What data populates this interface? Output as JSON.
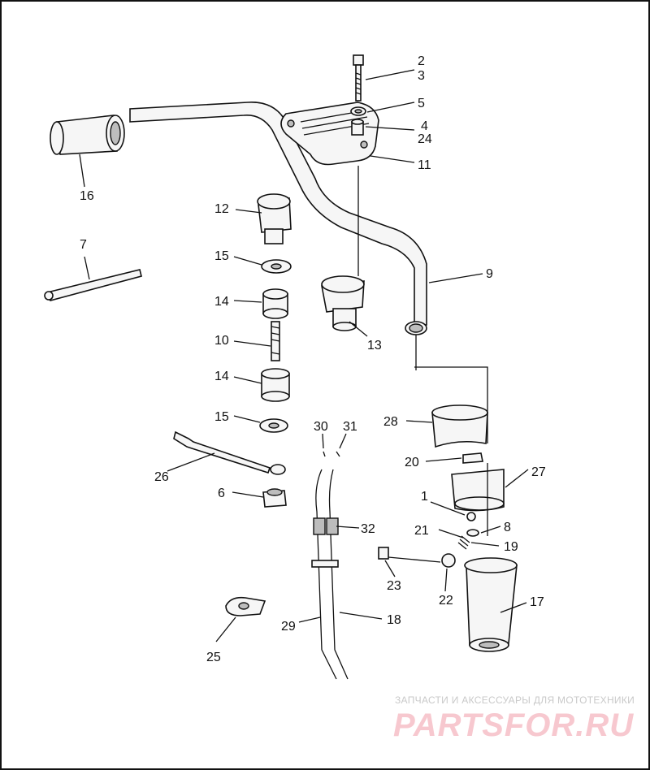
{
  "diagram": {
    "callouts": [
      {
        "id": "c2",
        "label": "2"
      },
      {
        "id": "c3",
        "label": "3"
      },
      {
        "id": "c5",
        "label": "5"
      },
      {
        "id": "c4",
        "label": "4"
      },
      {
        "id": "c24",
        "label": "24"
      },
      {
        "id": "c11",
        "label": "11"
      },
      {
        "id": "c16",
        "label": "16"
      },
      {
        "id": "c12",
        "label": "12"
      },
      {
        "id": "c7",
        "label": "7"
      },
      {
        "id": "c15a",
        "label": "15"
      },
      {
        "id": "c9",
        "label": "9"
      },
      {
        "id": "c14a",
        "label": "14"
      },
      {
        "id": "c13",
        "label": "13"
      },
      {
        "id": "c10",
        "label": "10"
      },
      {
        "id": "c14b",
        "label": "14"
      },
      {
        "id": "c15b",
        "label": "15"
      },
      {
        "id": "c28",
        "label": "28"
      },
      {
        "id": "c30",
        "label": "30"
      },
      {
        "id": "c31",
        "label": "31"
      },
      {
        "id": "c20",
        "label": "20"
      },
      {
        "id": "c27",
        "label": "27"
      },
      {
        "id": "c26",
        "label": "26"
      },
      {
        "id": "c1",
        "label": "1"
      },
      {
        "id": "c6",
        "label": "6"
      },
      {
        "id": "c8",
        "label": "8"
      },
      {
        "id": "c32",
        "label": "32"
      },
      {
        "id": "c21",
        "label": "21"
      },
      {
        "id": "c19",
        "label": "19"
      },
      {
        "id": "c23",
        "label": "23"
      },
      {
        "id": "c22",
        "label": "22"
      },
      {
        "id": "c17",
        "label": "17"
      },
      {
        "id": "c29",
        "label": "29"
      },
      {
        "id": "c18",
        "label": "18"
      },
      {
        "id": "c25",
        "label": "25"
      }
    ]
  },
  "watermark": {
    "tagline": "ЗАПЧАСТИ И АКСЕССУАРЫ ДЛЯ МОТОТЕХНИКИ",
    "logo": "PARTSFOR.RU"
  }
}
